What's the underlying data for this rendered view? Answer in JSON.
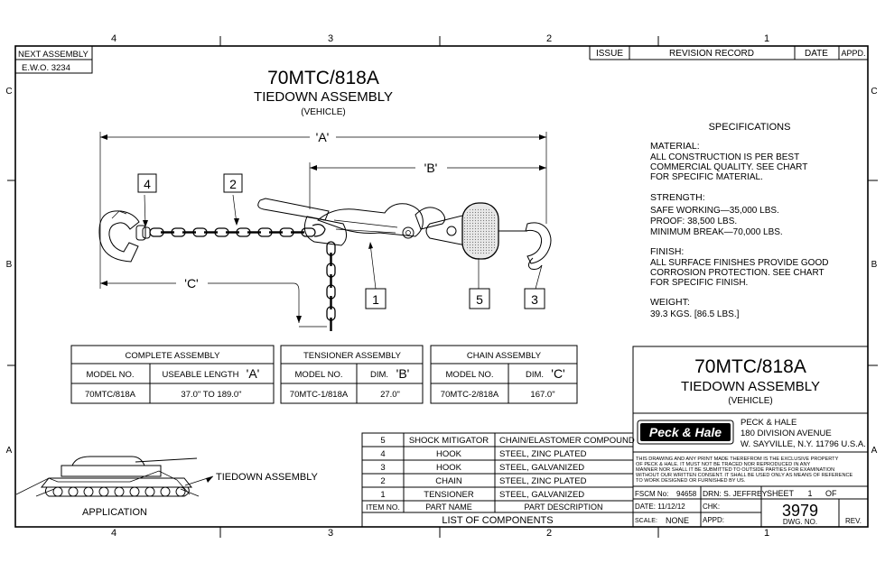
{
  "border": {
    "top_zones": [
      "4",
      "3",
      "2",
      "1"
    ],
    "bottom_zones": [
      "4",
      "3",
      "2",
      "1"
    ],
    "left_zones": [
      "C",
      "B",
      "A"
    ],
    "right_zones": [
      "C",
      "B",
      "A"
    ]
  },
  "next_assembly": {
    "label": "NEXT ASSEMBLY",
    "ewo": "E.W.O. 3234"
  },
  "revision": {
    "issue": "ISSUE",
    "record": "REVISION RECORD",
    "date": "DATE",
    "appd": "APPD."
  },
  "title": {
    "model": "70MTC/818A",
    "name": "TIEDOWN ASSEMBLY",
    "sub": "(VEHICLE)"
  },
  "dimensions": {
    "a": "'A'",
    "b": "'B'",
    "c": "'C'"
  },
  "callouts": [
    "1",
    "2",
    "3",
    "4",
    "5"
  ],
  "specifications": {
    "heading": "SPECIFICATIONS",
    "material_h": "MATERIAL:",
    "material": [
      "ALL CONSTRUCTION IS PER BEST",
      "COMMERCIAL QUALITY. SEE CHART",
      "FOR SPECIFIC MATERIAL."
    ],
    "strength_h": "STRENGTH:",
    "strength": [
      "SAFE WORKING—35,000 LBS.",
      "PROOF: 38,500 LBS.",
      "MINIMUM BREAK—70,000 LBS."
    ],
    "finish_h": "FINISH:",
    "finish": [
      "ALL SURFACE FINISHES PROVIDE GOOD",
      "CORROSION PROTECTION. SEE CHART",
      "FOR SPECIFIC FINISH."
    ],
    "weight_h": "WEIGHT:",
    "weight": "39.3 KGS. [86.5 LBS.]"
  },
  "complete_table": {
    "title": "COMPLETE ASSEMBLY",
    "col1": "MODEL NO.",
    "col2": "USEABLE LENGTH",
    "col2_dim": "'A'",
    "row_model": "70MTC/818A",
    "row_value": "37.0\" TO 189.0\""
  },
  "tensioner_table": {
    "title": "TENSIONER ASSEMBLY",
    "col1": "MODEL NO.",
    "col2": "DIM.",
    "col2_dim": "'B'",
    "row_model": "70MTC-1/818A",
    "row_value": "27.0\""
  },
  "chain_table": {
    "title": "CHAIN ASSEMBLY",
    "col1": "MODEL NO.",
    "col2": "DIM.",
    "col2_dim": "'C'",
    "row_model": "70MTC-2/818A",
    "row_value": "167.0\""
  },
  "components": {
    "rows": [
      {
        "item": "5",
        "part": "SHOCK MITIGATOR",
        "desc": "CHAIN/ELASTOMER COMPOUND"
      },
      {
        "item": "4",
        "part": "HOOK",
        "desc": "STEEL, ZINC PLATED"
      },
      {
        "item": "3",
        "part": "HOOK",
        "desc": "STEEL, GALVANIZED"
      },
      {
        "item": "2",
        "part": "CHAIN",
        "desc": "STEEL, ZINC PLATED"
      },
      {
        "item": "1",
        "part": "TENSIONER",
        "desc": "STEEL, GALVANIZED"
      }
    ],
    "h_item": "ITEM NO.",
    "h_part": "PART NAME",
    "h_desc": "PART DESCRIPTION",
    "footer": "LIST OF COMPONENTS"
  },
  "application": {
    "caption": "APPLICATION",
    "label": "TIEDOWN ASSEMBLY"
  },
  "title_block": {
    "model": "70MTC/818A",
    "name": "TIEDOWN ASSEMBLY",
    "sub": "(VEHICLE)",
    "logo": "Peck & Hale",
    "company": "PECK & HALE",
    "address1": "180 DIVISION AVENUE",
    "address2": "W. SAYVILLE, N.Y. 11796 U.S.A.",
    "notice": [
      "THIS DRAWING AND ANY PRINT MADE THEREFROM IS THE EXCLUSIVE PROPERTY",
      "OF PECK & HALE. IT MUST NOT BE TRACED NOR REPRODUCED IN ANY",
      "MANNER NOR SHALL IT BE SUBMITTED TO OUTSIDE PARTIES FOR EXAMINATION",
      "WITHOUT OUR WRITTEN CONSENT. IT SHALL BE USED ONLY AS MEANS OF REFERENCE",
      "TO WORK DESIGNED OR FURNISHED BY US."
    ],
    "fscm": "FSCM No:",
    "fscm_no": "94658",
    "drn": "DRN: S. JEFFREY",
    "sheet": "SHEET",
    "sheet_no": "1",
    "of": "OF",
    "date": "DATE: 11/12/12",
    "chk": "CHK:",
    "dwg": "3979",
    "dwg_label": "DWG. NO.",
    "scale": "SCALE:",
    "scale_val": "NONE",
    "appd": "APPD:",
    "rev": "REV."
  }
}
